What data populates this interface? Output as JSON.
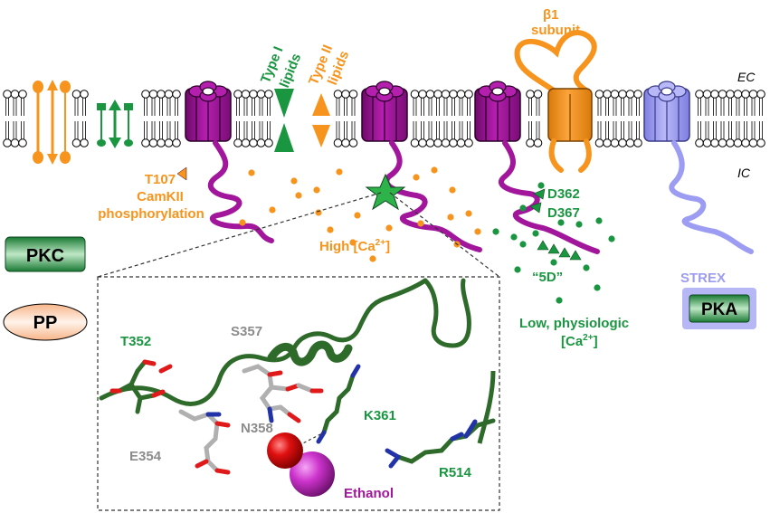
{
  "colors": {
    "orange": "#f7941d",
    "green": "#1a9641",
    "dark_green": "#2e6b2a",
    "purple": "#a2169b",
    "lavender": "#9c9cf2",
    "gray": "#8c8c8c",
    "magenta": "#cc33cc",
    "red": "#e01a1a"
  },
  "labels": {
    "ec": "EC",
    "ic": "IC",
    "type1_line1": "Type I",
    "type1_line2": "lipids",
    "type2_line1": "Type II",
    "type2_line2": "lipids",
    "beta_line1": "β1",
    "beta_line2": "subunit",
    "t107_line1": "T107",
    "t107_line2": "CamKII",
    "t107_line3": "phosphorylation",
    "high_ca": "High [Ca",
    "high_ca_sup": "2+",
    "high_ca_end": "]",
    "d362": "D362",
    "d367": "D367",
    "five_d": "“5D”",
    "low_ca_line1": "Low, physiologic",
    "low_ca_line2": "[Ca",
    "low_ca_sup": "2+",
    "low_ca_end": "]",
    "strex": "STREX",
    "pka": "PKA",
    "pkc": "PKC",
    "pp": "PP"
  },
  "residues": {
    "t352": "T352",
    "s357": "S357",
    "k361": "K361",
    "n358": "N358",
    "e354": "E354",
    "r514": "R514",
    "ethanol": "Ethanol"
  }
}
